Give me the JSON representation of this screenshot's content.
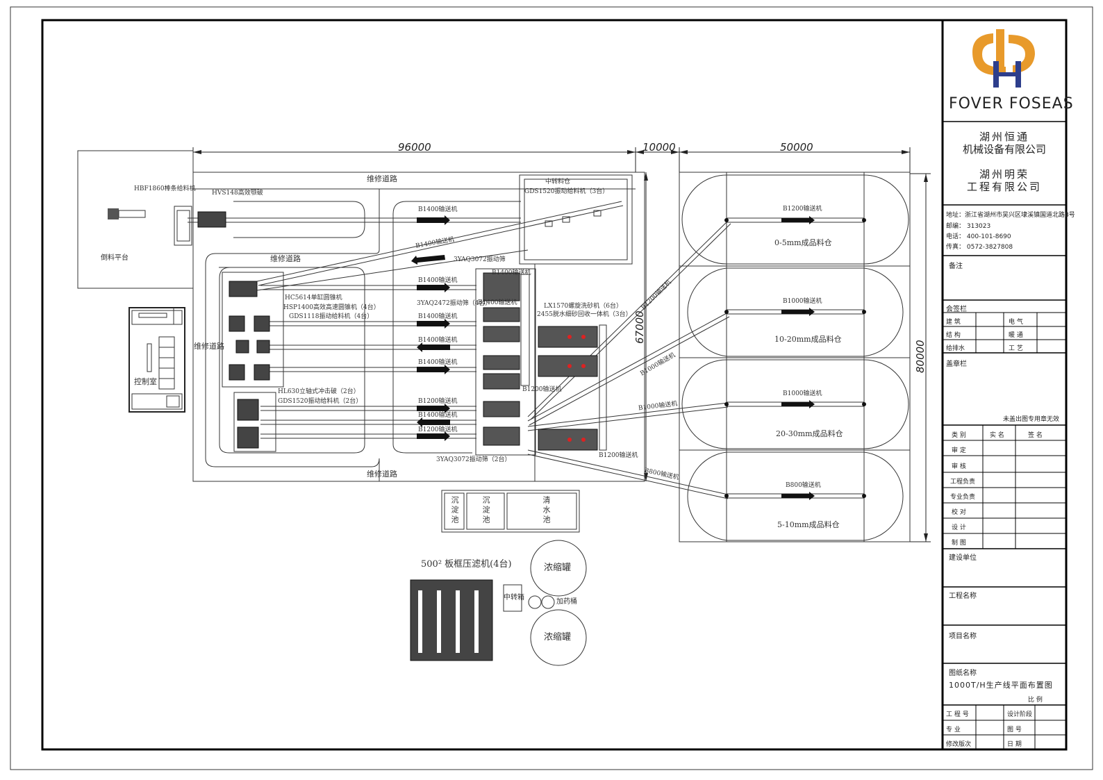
{
  "brand": {
    "name": "FOVER FOSEAS",
    "company_1": [
      "湖州恒通",
      "机械设备有限公司"
    ],
    "company_2": [
      "湖州明荣",
      "工程有限公司"
    ],
    "address": "地址：浙江省湖州市吴兴区埭溪镇国道北路8号",
    "postcode": "邮编： 313023",
    "phone": "电话： 400-101-8690",
    "fax": "传真： 0572-3827808",
    "brand_color": "#e89a2b",
    "brand_color_2": "#2d3e8c"
  },
  "title_block": {
    "remarks": "备注",
    "countersign": "会签栏",
    "disciplines": [
      [
        "建 筑",
        "电 气"
      ],
      [
        "结 构",
        "暖 通"
      ],
      [
        "给排水",
        "工 艺"
      ]
    ],
    "seal": "盖章栏",
    "seal_note": "未盖出图专用章无效",
    "sign_header": [
      "类 别",
      "实 名",
      "签 名"
    ],
    "sign_rows": [
      "审 定",
      "审 核",
      "工程负责",
      "专业负责",
      "校 对",
      "设 计",
      "制 图"
    ],
    "construction_unit": "建设单位",
    "project_name": "工程名称",
    "item_name": "项目名称",
    "drawing_name_label": "图纸名称",
    "drawing_name": "1000T/H生产线平面布置图",
    "scale": "比 例",
    "footer": [
      [
        "工 程 号",
        "设计阶段"
      ],
      [
        "专 业",
        "图 号"
      ],
      [
        "修改版次",
        "日 期"
      ]
    ]
  },
  "dimensions": {
    "d96000": "96000",
    "d10000": "10000",
    "d50000": "50000",
    "d67000": "67000",
    "d80000": "80000"
  },
  "roads": {
    "top": "维修道路",
    "inner": "维修道路",
    "left": "维修道路",
    "bottom": "维修道路"
  },
  "areas": {
    "dump_platform": "倒料平台",
    "control_room": "控制室",
    "feeder_top": "HBF1860棒条给料机",
    "crusher_top": "HVS148高效颚破",
    "transfer_bin": "中转料仓",
    "transfer_feeder": "GDS1520振动给料机（3台）",
    "screen_top": "3YAQ3072振动筛",
    "cone_1": "HC5614单缸圆锥机",
    "cone_2": "HSP1400高效高速圆锥机（4台）",
    "feeder_mid": "GDS1118振动给料机（4台）",
    "screen_mid": "3YAQ2472振动筛（4台）",
    "impact_1": "HL630立轴式冲击破（2台）",
    "impact_2": "GDS1520振动给料机（2台）",
    "screen_bottom": "3YAQ3072振动筛（2台）",
    "sand_washer_1": "LX1570螺旋洗砂机（6台）",
    "sand_washer_2": "2455脱水细砂回收一体机（3台）"
  },
  "conveyors": {
    "b1400_a": "B1400输送机",
    "b1400_b": "B1400输送机",
    "b1400_c": "B1400输送机",
    "b1400_d": "B1400输送机",
    "b1400_e": "B1400输送机",
    "b1400_f": "B1400输送机",
    "b1400_g": "B1400输送机",
    "b1400_h": "B1400输送机",
    "b1400_i": "B1400输送机",
    "b1200_a": "B1200输送机",
    "b1200_b": "B1200输送机",
    "b1200_c": "B1200输送机",
    "b1200_d": "B1200输送机",
    "b1200_e": "B1200输送机",
    "b1200_f": "B1200输送机",
    "b1000_a": "B1000输送机",
    "b1000_b": "B1000输送机",
    "b1000_c": "B1000输送机",
    "b1000_d": "B1000输送机",
    "b800_a": "B800输送机",
    "b800_b": "B800输送机"
  },
  "stockpiles": {
    "p1": "0-5mm成品料仓",
    "p2": "10-20mm成品料仓",
    "p3": "20-30mm成品料仓",
    "p4": "5-10mm成品料仓"
  },
  "ponds": {
    "sed_1": "沉淀池",
    "sed_2": "沉淀池",
    "clear": "清水池"
  },
  "filter": {
    "press": "500² 板框压滤机(4台)",
    "thickener_1": "浓缩罐",
    "thickener_2": "浓缩罐",
    "transfer_box": "中转箱",
    "dosing": "加药桶"
  }
}
